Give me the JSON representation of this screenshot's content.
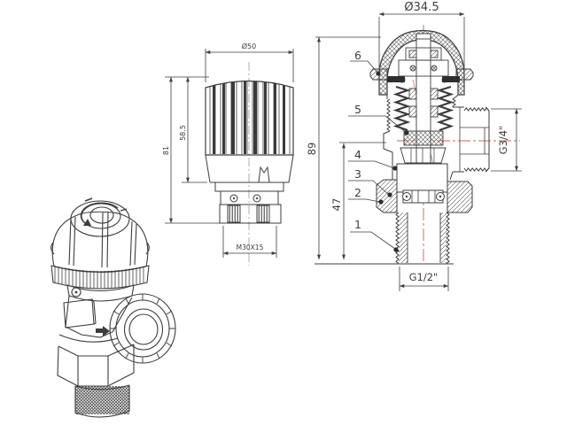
{
  "colors": {
    "line": "#3d3d3d",
    "centerline": "#c4685c",
    "fill_dark": "#2e2e2e",
    "background": "#ffffff"
  },
  "front_view": {
    "description": "thermostatic head front view",
    "dia": "Ø50",
    "h_total": "81",
    "h_head": "58.5",
    "thread": "M30X15"
  },
  "section_view": {
    "description": "valve cross section view",
    "dia_cap": "Ø34.5",
    "h_total": "89",
    "h_body": "47",
    "side_thread": "G3/4\"",
    "bottom_thread": "G1/2\"",
    "callouts": [
      "1",
      "2",
      "3",
      "4",
      "5",
      "6"
    ]
  }
}
